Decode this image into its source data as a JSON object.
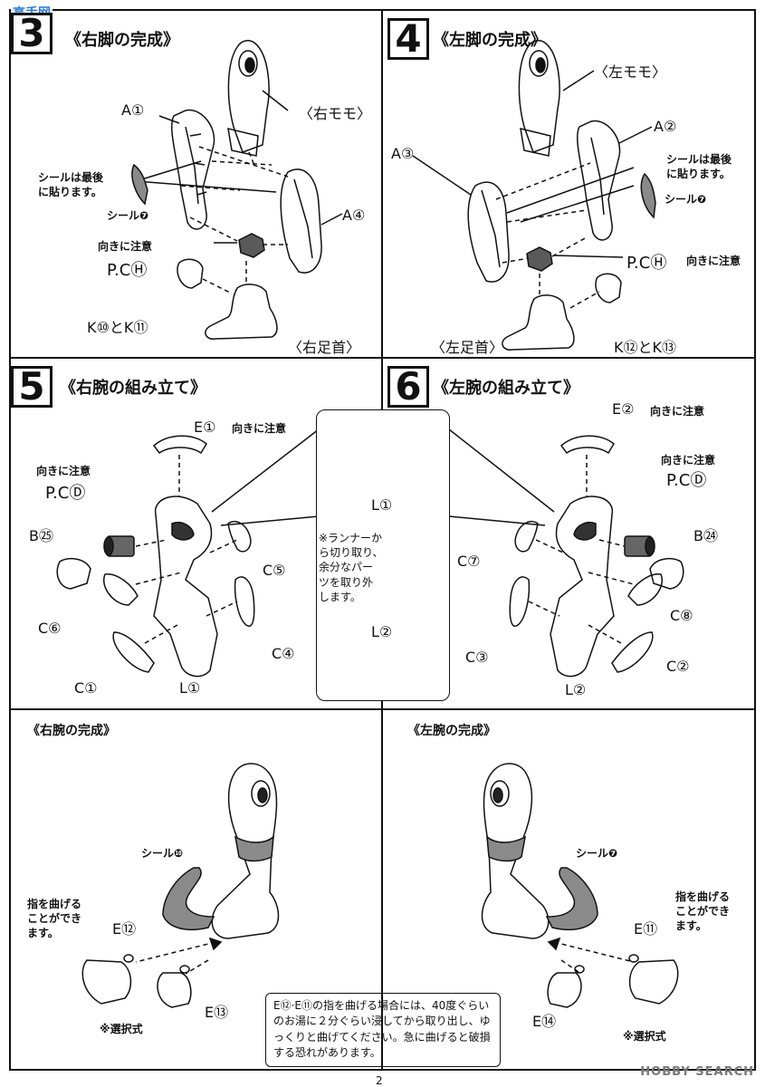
{
  "watermark": "高手网",
  "steps": [
    {
      "num": "3",
      "title": "《右脚の完成》"
    },
    {
      "num": "4",
      "title": "《左脚の完成》"
    },
    {
      "num": "5",
      "title": "《右腕の組み立て》"
    },
    {
      "num": "6",
      "title": "《左腕の組み立て》"
    }
  ],
  "step3": {
    "thigh": "〈右モモ〉",
    "a1": "A①",
    "seal_note": "シールは最後\nに貼ります。",
    "seal": "シール❼",
    "a4": "A④",
    "orient": "向きに注意",
    "pc": "P.CⒽ",
    "k": "K⑩とK⑪",
    "ankle": "〈右足首〉"
  },
  "step4": {
    "thigh": "〈左モモ〉",
    "a2": "A②",
    "a3": "A③",
    "seal_note": "シールは最後\nに貼ります。",
    "seal": "シール❼",
    "pc": "P.CⒽ",
    "orient": "向きに注意",
    "ankle": "〈左足首〉",
    "k": "K⑫とK⑬"
  },
  "step5": {
    "e1": "E①",
    "e1_orient": "向きに注意",
    "orient": "向きに注意",
    "pc": "P.CⒹ",
    "b25": "B㉕",
    "c5": "C⑤",
    "c6": "C⑥",
    "c4": "C④",
    "c1": "C①",
    "l1": "L①"
  },
  "inset": {
    "l1": "L①",
    "l2": "L②",
    "runner_note": "※ランナーか\nら切り取り、\n余分なパー\nツを取り外\nします。"
  },
  "step6": {
    "e2": "E②",
    "e2_orient": "向きに注意",
    "orient": "向きに注意",
    "pc": "P.CⒹ",
    "b24": "B㉔",
    "c7": "C⑦",
    "c8": "C⑧",
    "c3": "C③",
    "c2": "C②",
    "l2": "L②"
  },
  "right_arm_done": {
    "title": "《右腕の完成》",
    "seal": "シール❿",
    "finger_note": "指を曲げる\nことができ\nます。",
    "e12": "E⑫",
    "e13": "E⑬",
    "optional": "※選択式"
  },
  "left_arm_done": {
    "title": "《左腕の完成》",
    "seal": "シール❼",
    "finger_note": "指を曲げる\nことができ\nます。",
    "e11": "E⑪",
    "e14": "E⑭",
    "optional": "※選択式"
  },
  "note_box": "E⑫·E⑪の指を曲げる場合には、40度ぐらいのお湯に２分ぐらい浸してから取り出し、ゆっくりと曲げてください。急に曲げると破損する恐れがあります。",
  "footer": {
    "brand": "HOBBY SEARCH",
    "page": "2"
  },
  "colors": {
    "ink": "#111111",
    "seal_gray": "#8a8a8a",
    "pc_gray": "#5a5a5a"
  }
}
